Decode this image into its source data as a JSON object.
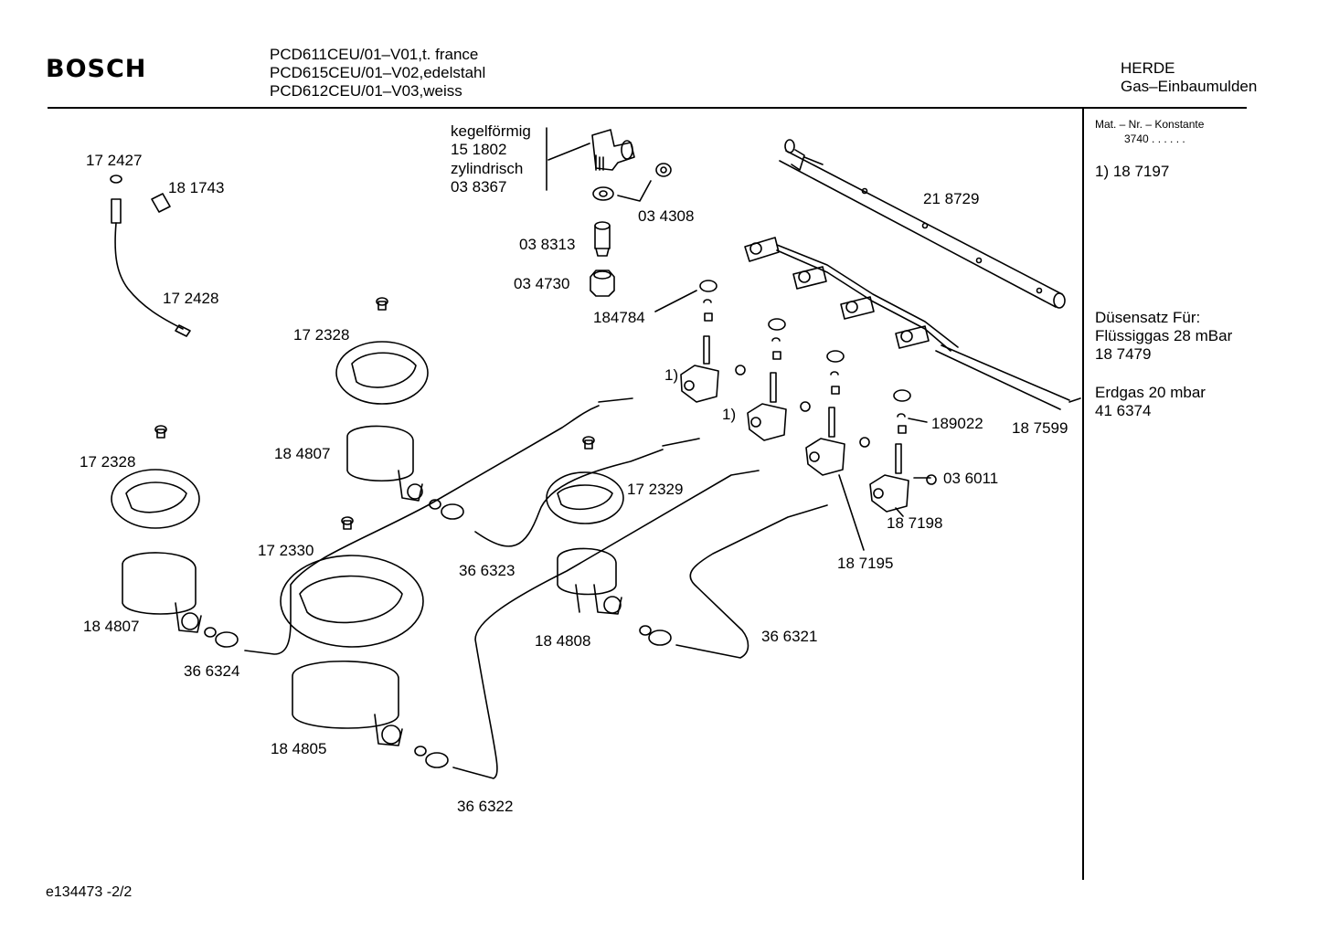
{
  "header": {
    "brand": "BOSCH",
    "models": [
      "PCD611CEU/01–V01,t. france",
      "PCD615CEU/01–V02,edelstahl",
      "PCD612CEU/01–V03,weiss"
    ],
    "category_line1": "HERDE",
    "category_line2": "Gas–Einbaumulden"
  },
  "sidebar": {
    "mat_label": "Mat. – Nr. – Konstante",
    "mat_value": "3740  .  .  .  .  .  .",
    "note": "1)  18 7197",
    "nozzle_title": "Düsensatz Für:",
    "lpg_label": "Flüssiggas 28 mBar",
    "lpg_part": "18 7479",
    "natgas_label": "Erdgas 20 mbar",
    "natgas_part": "41 6374"
  },
  "labels": {
    "kegel": "kegelförmig",
    "kegel_part": "15 1802",
    "zylind": "zylindrisch",
    "zylind_part": "03 8367",
    "p034308": "03 4308",
    "p038313": "03 8313",
    "p034730": "03 4730",
    "p184784": "184784",
    "p218729": "21 8729",
    "p172427": "17 2427",
    "p181743": "18 1743",
    "p172428": "17 2428",
    "p172328a": "17 2328",
    "p172328b": "17 2328",
    "p184807a": "18 4807",
    "p184807b": "18 4807",
    "p172329": "17 2329",
    "p172330": "17 2330",
    "p366323": "36 6323",
    "p184808": "18 4808",
    "p366321": "36 6321",
    "p366324": "36 6324",
    "p184805": "18 4805",
    "p366322": "36 6322",
    "p189022": "189022",
    "p187599": "18 7599",
    "p036011": "03 6011",
    "p187198": "18 7198",
    "p187195": "18 7195",
    "note1a": "1)",
    "note1b": "1)"
  },
  "footer": {
    "doc_id": "e134473  -2/2"
  }
}
